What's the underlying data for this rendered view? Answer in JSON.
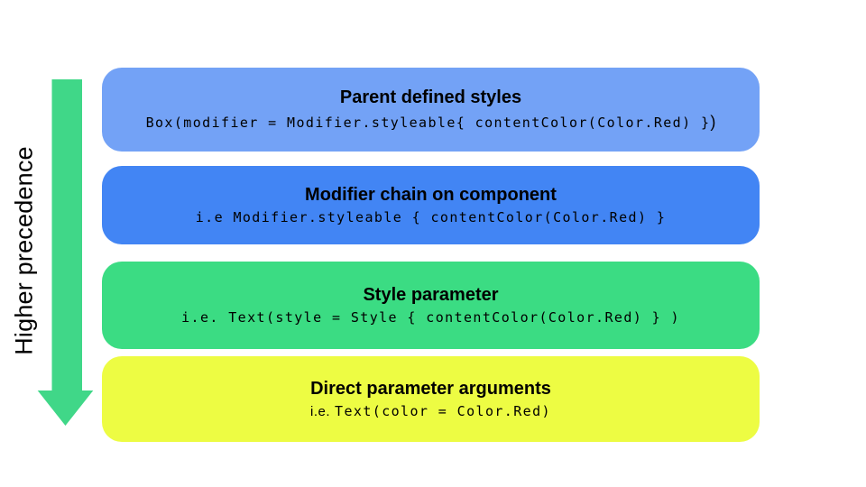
{
  "page": {
    "background_color": "#ffffff",
    "text_color": "#000000"
  },
  "arrow": {
    "label": "Higher precedence",
    "color": "#40D788"
  },
  "boxes": [
    {
      "title": "Parent defined styles",
      "code_prefix": "",
      "code": "Box(modifier = Modifier.styleable{ contentColor(Color.Red) }",
      "code_suffix": ")",
      "color": "#73A2F6"
    },
    {
      "title": "Modifier chain on component",
      "code_prefix": "",
      "code": "i.e Modifier.styleable { contentColor(Color.Red) }",
      "code_suffix": "",
      "color": "#4285F4"
    },
    {
      "title": "Style parameter",
      "code_prefix": "",
      "code": "i.e. Text(style = Style { contentColor(Color.Red) } )",
      "code_suffix": "",
      "color": "#3BDC83"
    },
    {
      "title": "Direct parameter arguments",
      "code_prefix": "i.e.",
      "code": "Text(color = Color.Red)",
      "code_suffix": "",
      "color": "#EDFC43"
    }
  ]
}
